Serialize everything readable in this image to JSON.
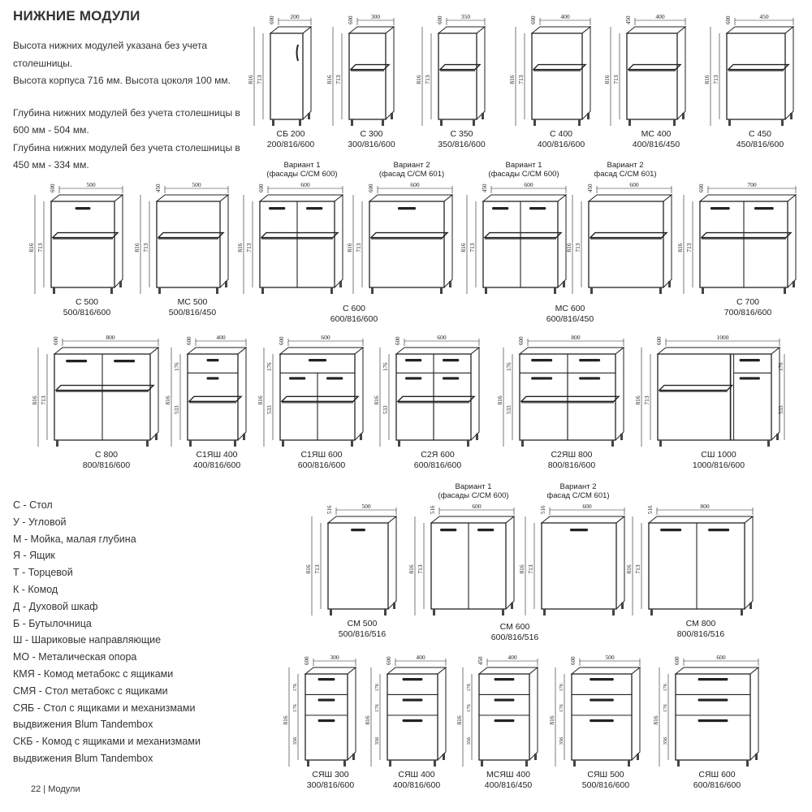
{
  "page": {
    "title": "НИЖНИЕ МОДУЛИ",
    "intro": [
      "Высота нижних модулей указана без учета столешницы.",
      "Высота корпуса 716 мм. Высота цоколя 100 мм.",
      "Глубина нижних модулей без учета столешницы в 600 мм - 504 мм.",
      "Глубина нижних модулей без учета столешницы в 450 мм - 334 мм."
    ],
    "legend": [
      "С - Стол",
      "У - Угловой",
      "М - Мойка, малая глубина",
      "Я - Ящик",
      "Т - Торцевой",
      "К - Комод",
      "Д - Духовой шкаф",
      "Б - Бутылочница",
      "Ш - Шариковые направляющие",
      "МО - Металическая опора",
      "КМЯ - Комод метабокс с ящиками",
      "СМЯ - Стол метабокс с ящиками",
      "СЯБ - Стол с ящиками и механизмами выдвижения Blum Tandembox",
      "СКБ - Комод с ящиками и механизмами выдвижения Blum Tandembox"
    ],
    "footer": "22 | Модули"
  },
  "variants": [
    {
      "id": "v1",
      "text": "Вариант 1\n(фасады С/СМ 600)"
    },
    {
      "id": "v2",
      "text": "Вариант 2\n(фасад С/СМ 601)"
    },
    {
      "id": "v3",
      "text": "Вариант 1\n(фасады С/СМ 600)"
    },
    {
      "id": "v4",
      "text": "Вариант 2\nфасад С/СМ 601)"
    },
    {
      "id": "v5",
      "text": "Вариант 1\n(фасады С/СМ 600)"
    },
    {
      "id": "v6",
      "text": "Вариант 2\nфасад С/СМ 601)"
    }
  ],
  "modules": [
    {
      "id": "sb200",
      "code": "СБ 200",
      "size": "200/816/600",
      "width_label": "200",
      "depth_label": "600",
      "type": "single_shelf_bottle",
      "h_total": "816",
      "h_body": "713"
    },
    {
      "id": "s300",
      "code": "С 300",
      "size": "300/816/600",
      "width_label": "300",
      "depth_label": "600",
      "type": "open_shelf",
      "h_total": "816",
      "h_body": "713"
    },
    {
      "id": "s350",
      "code": "С 350",
      "size": "350/816/600",
      "width_label": "350",
      "depth_label": "600",
      "type": "open_shelf",
      "h_total": "816",
      "h_body": "713"
    },
    {
      "id": "s400",
      "code": "С 400",
      "size": "400/816/600",
      "width_label": "400",
      "depth_label": "600",
      "type": "open_shelf",
      "h_total": "816",
      "h_body": "713"
    },
    {
      "id": "ms400",
      "code": "МС 400",
      "size": "400/816/450",
      "width_label": "400",
      "depth_label": "450",
      "type": "open_shelf",
      "h_total": "816",
      "h_body": "713"
    },
    {
      "id": "s450",
      "code": "С 450",
      "size": "450/816/600",
      "width_label": "450",
      "depth_label": "600",
      "type": "open_shelf",
      "h_total": "816",
      "h_body": "713"
    },
    {
      "id": "s500",
      "code": "С 500",
      "size": "500/816/600",
      "width_label": "500",
      "depth_label": "600",
      "type": "single_handle_shelf",
      "h_total": "816",
      "h_body": "713"
    },
    {
      "id": "ms500",
      "code": "МС 500",
      "size": "500/816/450",
      "width_label": "500",
      "depth_label": "450",
      "type": "open_shelf",
      "h_total": "816",
      "h_body": "713"
    },
    {
      "id": "s600a",
      "code": "",
      "size": "",
      "width_label": "600",
      "depth_label": "600",
      "type": "double_shelf",
      "h_total": "816",
      "h_body": "713"
    },
    {
      "id": "s600b",
      "code": "",
      "size": "",
      "width_label": "600",
      "depth_label": "600",
      "type": "single_handle_shelf",
      "h_total": "816",
      "h_body": "713"
    },
    {
      "id": "ms600a",
      "code": "",
      "size": "",
      "width_label": "600",
      "depth_label": "450",
      "type": "double_shelf",
      "h_total": "816",
      "h_body": "713"
    },
    {
      "id": "ms600b",
      "code": "",
      "size": "",
      "width_label": "600",
      "depth_label": "450",
      "type": "open_shelf",
      "h_total": "816",
      "h_body": "713"
    },
    {
      "id": "s700",
      "code": "С 700",
      "size": "700/816/600",
      "width_label": "700",
      "depth_label": "600",
      "type": "double_shelf",
      "h_total": "816",
      "h_body": "713"
    },
    {
      "id": "s800",
      "code": "С 800",
      "size": "800/816/600",
      "width_label": "800",
      "depth_label": "600",
      "type": "double_shelf",
      "h_total": "816",
      "h_body": "713"
    },
    {
      "id": "s1ysh400",
      "code": "С1ЯШ 400",
      "size": "400/816/600",
      "width_label": "400",
      "depth_label": "600",
      "type": "drawer_shelf",
      "h_total": "816",
      "h_top": "176",
      "h_bottom": "533"
    },
    {
      "id": "s1ysh600",
      "code": "С1ЯШ 600",
      "size": "600/816/600",
      "width_label": "600",
      "depth_label": "600",
      "type": "drawer_double_shelf",
      "h_total": "816",
      "h_top": "176",
      "h_bottom": "533"
    },
    {
      "id": "s2ya600",
      "code": "С2Я 600",
      "size": "600/816/600",
      "width_label": "600",
      "depth_label": "600",
      "type": "two_drawer_double_shelf",
      "h_total": "816",
      "h_top": "176",
      "h_bottom": "533"
    },
    {
      "id": "s2yash800",
      "code": "С2ЯШ 800",
      "size": "800/816/600",
      "width_label": "800",
      "depth_label": "600",
      "type": "two_drawer_double_shelf",
      "h_total": "816",
      "h_top": "176",
      "h_bottom": "533"
    },
    {
      "id": "ssh1000",
      "code": "СШ 1000",
      "size": "1000/816/600",
      "width_label": "1000",
      "depth_label": "600",
      "type": "corner_drawer",
      "h_total": "816",
      "h_body": "713",
      "h_top": "176",
      "h_bottom": "533"
    },
    {
      "id": "sm500",
      "code": "СМ 500",
      "size": "500/816/516",
      "width_label": "500",
      "depth_label": "516",
      "type": "single_handle",
      "h_total": "816",
      "h_body": "713"
    },
    {
      "id": "sm600a",
      "code": "",
      "size": "",
      "width_label": "600",
      "depth_label": "516",
      "type": "double",
      "h_total": "816",
      "h_body": "713"
    },
    {
      "id": "sm600b",
      "code": "",
      "size": "",
      "width_label": "600",
      "depth_label": "516",
      "type": "single_plain",
      "h_total": "816",
      "h_body": "713"
    },
    {
      "id": "sm800",
      "code": "СМ 800",
      "size": "800/816/516",
      "width_label": "800",
      "depth_label": "516",
      "type": "double",
      "h_total": "816",
      "h_body": "713"
    },
    {
      "id": "syash300",
      "code": "СЯШ 300",
      "size": "300/816/600",
      "width_label": "300",
      "depth_label": "600",
      "type": "three_drawers",
      "h_total": "816",
      "h_d1": "176",
      "h_d2": "176",
      "h_d3": "356"
    },
    {
      "id": "syash400",
      "code": "СЯШ 400",
      "size": "400/816/600",
      "width_label": "400",
      "depth_label": "600",
      "type": "three_drawers",
      "h_total": "816",
      "h_d1": "176",
      "h_d2": "176",
      "h_d3": "356"
    },
    {
      "id": "msyash400",
      "code": "МСЯШ 400",
      "size": "400/816/450",
      "width_label": "400",
      "depth_label": "450",
      "type": "three_drawers",
      "h_total": "816",
      "h_d1": "176",
      "h_d2": "176",
      "h_d3": "356"
    },
    {
      "id": "syash500",
      "code": "СЯШ 500",
      "size": "500/816/600",
      "width_label": "500",
      "depth_label": "600",
      "type": "three_drawers",
      "h_total": "816",
      "h_d1": "176",
      "h_d2": "176",
      "h_d3": "356"
    },
    {
      "id": "syash600",
      "code": "СЯШ 600",
      "size": "600/816/600",
      "width_label": "600",
      "depth_label": "600",
      "type": "three_drawers",
      "h_total": "816",
      "h_d1": "176",
      "h_d2": "176",
      "h_d3": "356"
    }
  ],
  "group_captions": [
    {
      "id": "c600",
      "code": "С 600",
      "size": "600/816/600"
    },
    {
      "id": "cms600",
      "code": "МС 600",
      "size": "600/816/450"
    },
    {
      "id": "csm600",
      "code": "СМ 600",
      "size": "600/816/516"
    }
  ]
}
